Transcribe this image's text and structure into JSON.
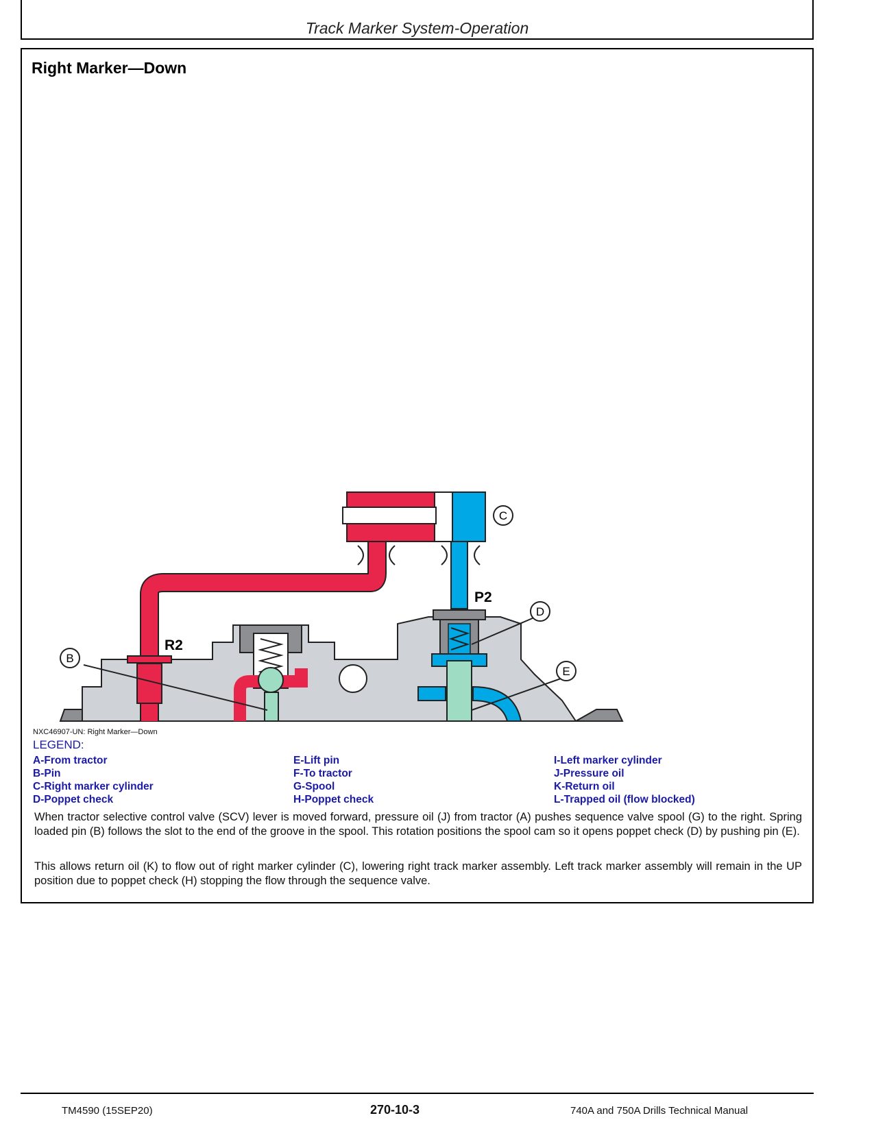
{
  "page": {
    "running_head": "Track Marker System-Operation",
    "section_title": "Right Marker—Down"
  },
  "figure": {
    "labels": {
      "b": "B",
      "c": "C",
      "d": "D",
      "e": "E",
      "r2": "R2",
      "p2": "P2"
    },
    "caption": "NXC46907-UN: Right Marker—Down",
    "colors": {
      "pressure_oil": "#e8264c",
      "return_oil": "#00a8e6",
      "housing": "#cfd2d6",
      "spool": "#9fdcc4"
    }
  },
  "legend": {
    "heading": "LEGEND:",
    "col1": [
      "A-From tractor",
      "B-Pin",
      "C-Right marker cylinder",
      "D-Poppet check"
    ],
    "col2": [
      "E-Lift pin",
      "F-To tractor",
      "G-Spool",
      "H-Poppet check"
    ],
    "col3": [
      "I-Left marker cylinder",
      "J-Pressure oil",
      "K-Return oil",
      "L-Trapped oil (flow blocked)"
    ]
  },
  "body": {
    "p1": "When tractor selective control valve (SCV) lever is moved forward, pressure oil (J) from tractor (A) pushes sequence valve spool (G) to the right. Spring loaded pin (B) follows the slot to the end of the groove in the spool. This rotation positions the spool cam so it opens poppet check (D) by pushing pin (E).",
    "p2": "This allows return oil (K) to flow out of right marker cylinder (C), lowering right track marker assembly. Left track marker assembly will remain in the UP position due to poppet check (H) stopping the flow through the sequence valve."
  },
  "footer": {
    "left": "TM4590 (15SEP20)",
    "center": "270-10-3",
    "right": "740A and 750A Drills Technical Manual"
  }
}
